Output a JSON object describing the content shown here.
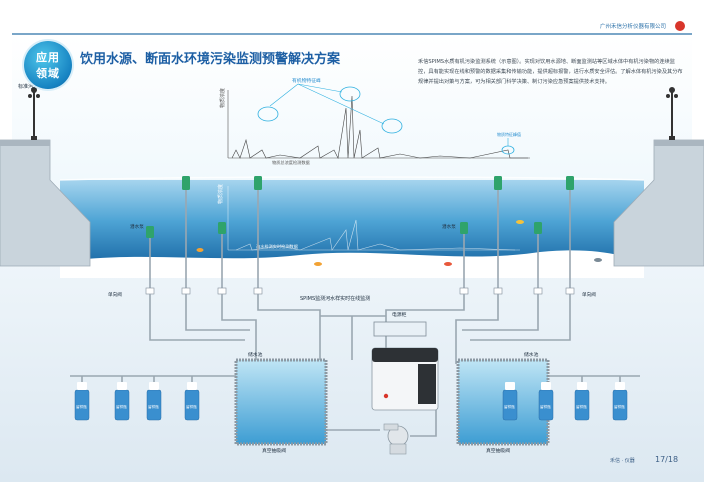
{
  "header": {
    "company": "广州禾信分析仪器有限公司",
    "badge_line1": "应用",
    "badge_line2": "领域",
    "title": "饮用水源、断面水环境污染监测预警解决方案",
    "intro": "禾信SPIMS水质有机污染监测系统（示意图）。实现对饮用水源地、断面监测站等区域水体中有机污染物的连续监控，具有能实现在线和预警的数据采集和传输功能，提供超标报警，进行水质安全评估。了解水体有机污染及其分布规律并提出对策与方案，可为相关部门科学决策、制订污染应急预案提供技术支持。"
  },
  "diagram": {
    "site_label": "标准河道剖面图",
    "spectrum_label": "物质浓度",
    "spectrum_bottom_label": "物质总浓度检测数据",
    "peak_callout": "有机物特征峰",
    "peak_label_small": "物质特征峰值",
    "water_plot_label": "物质浓度",
    "water_bottom_label": "海水检测实时检测数据",
    "pump_left": "潜水泵",
    "pump_right": "潜水泵",
    "check_valve_left": "单向阀",
    "check_valve_right": "单向阀",
    "pipe_title": "SPIMS监测河水样实时在线监测",
    "controller": "电源柜",
    "tank_left": "储水池",
    "tank_right": "储水池",
    "vac_left": "真空抽吸阀",
    "vac_right": "真空抽吸阀",
    "bottle_label": "留样瓶"
  },
  "footer": {
    "page_number": "17/18",
    "footer_brand": "禾信 · 仪器"
  },
  "colors": {
    "accent": "#1d5fa4",
    "water": "#2e86bf",
    "wall": "#c9d4dc"
  }
}
